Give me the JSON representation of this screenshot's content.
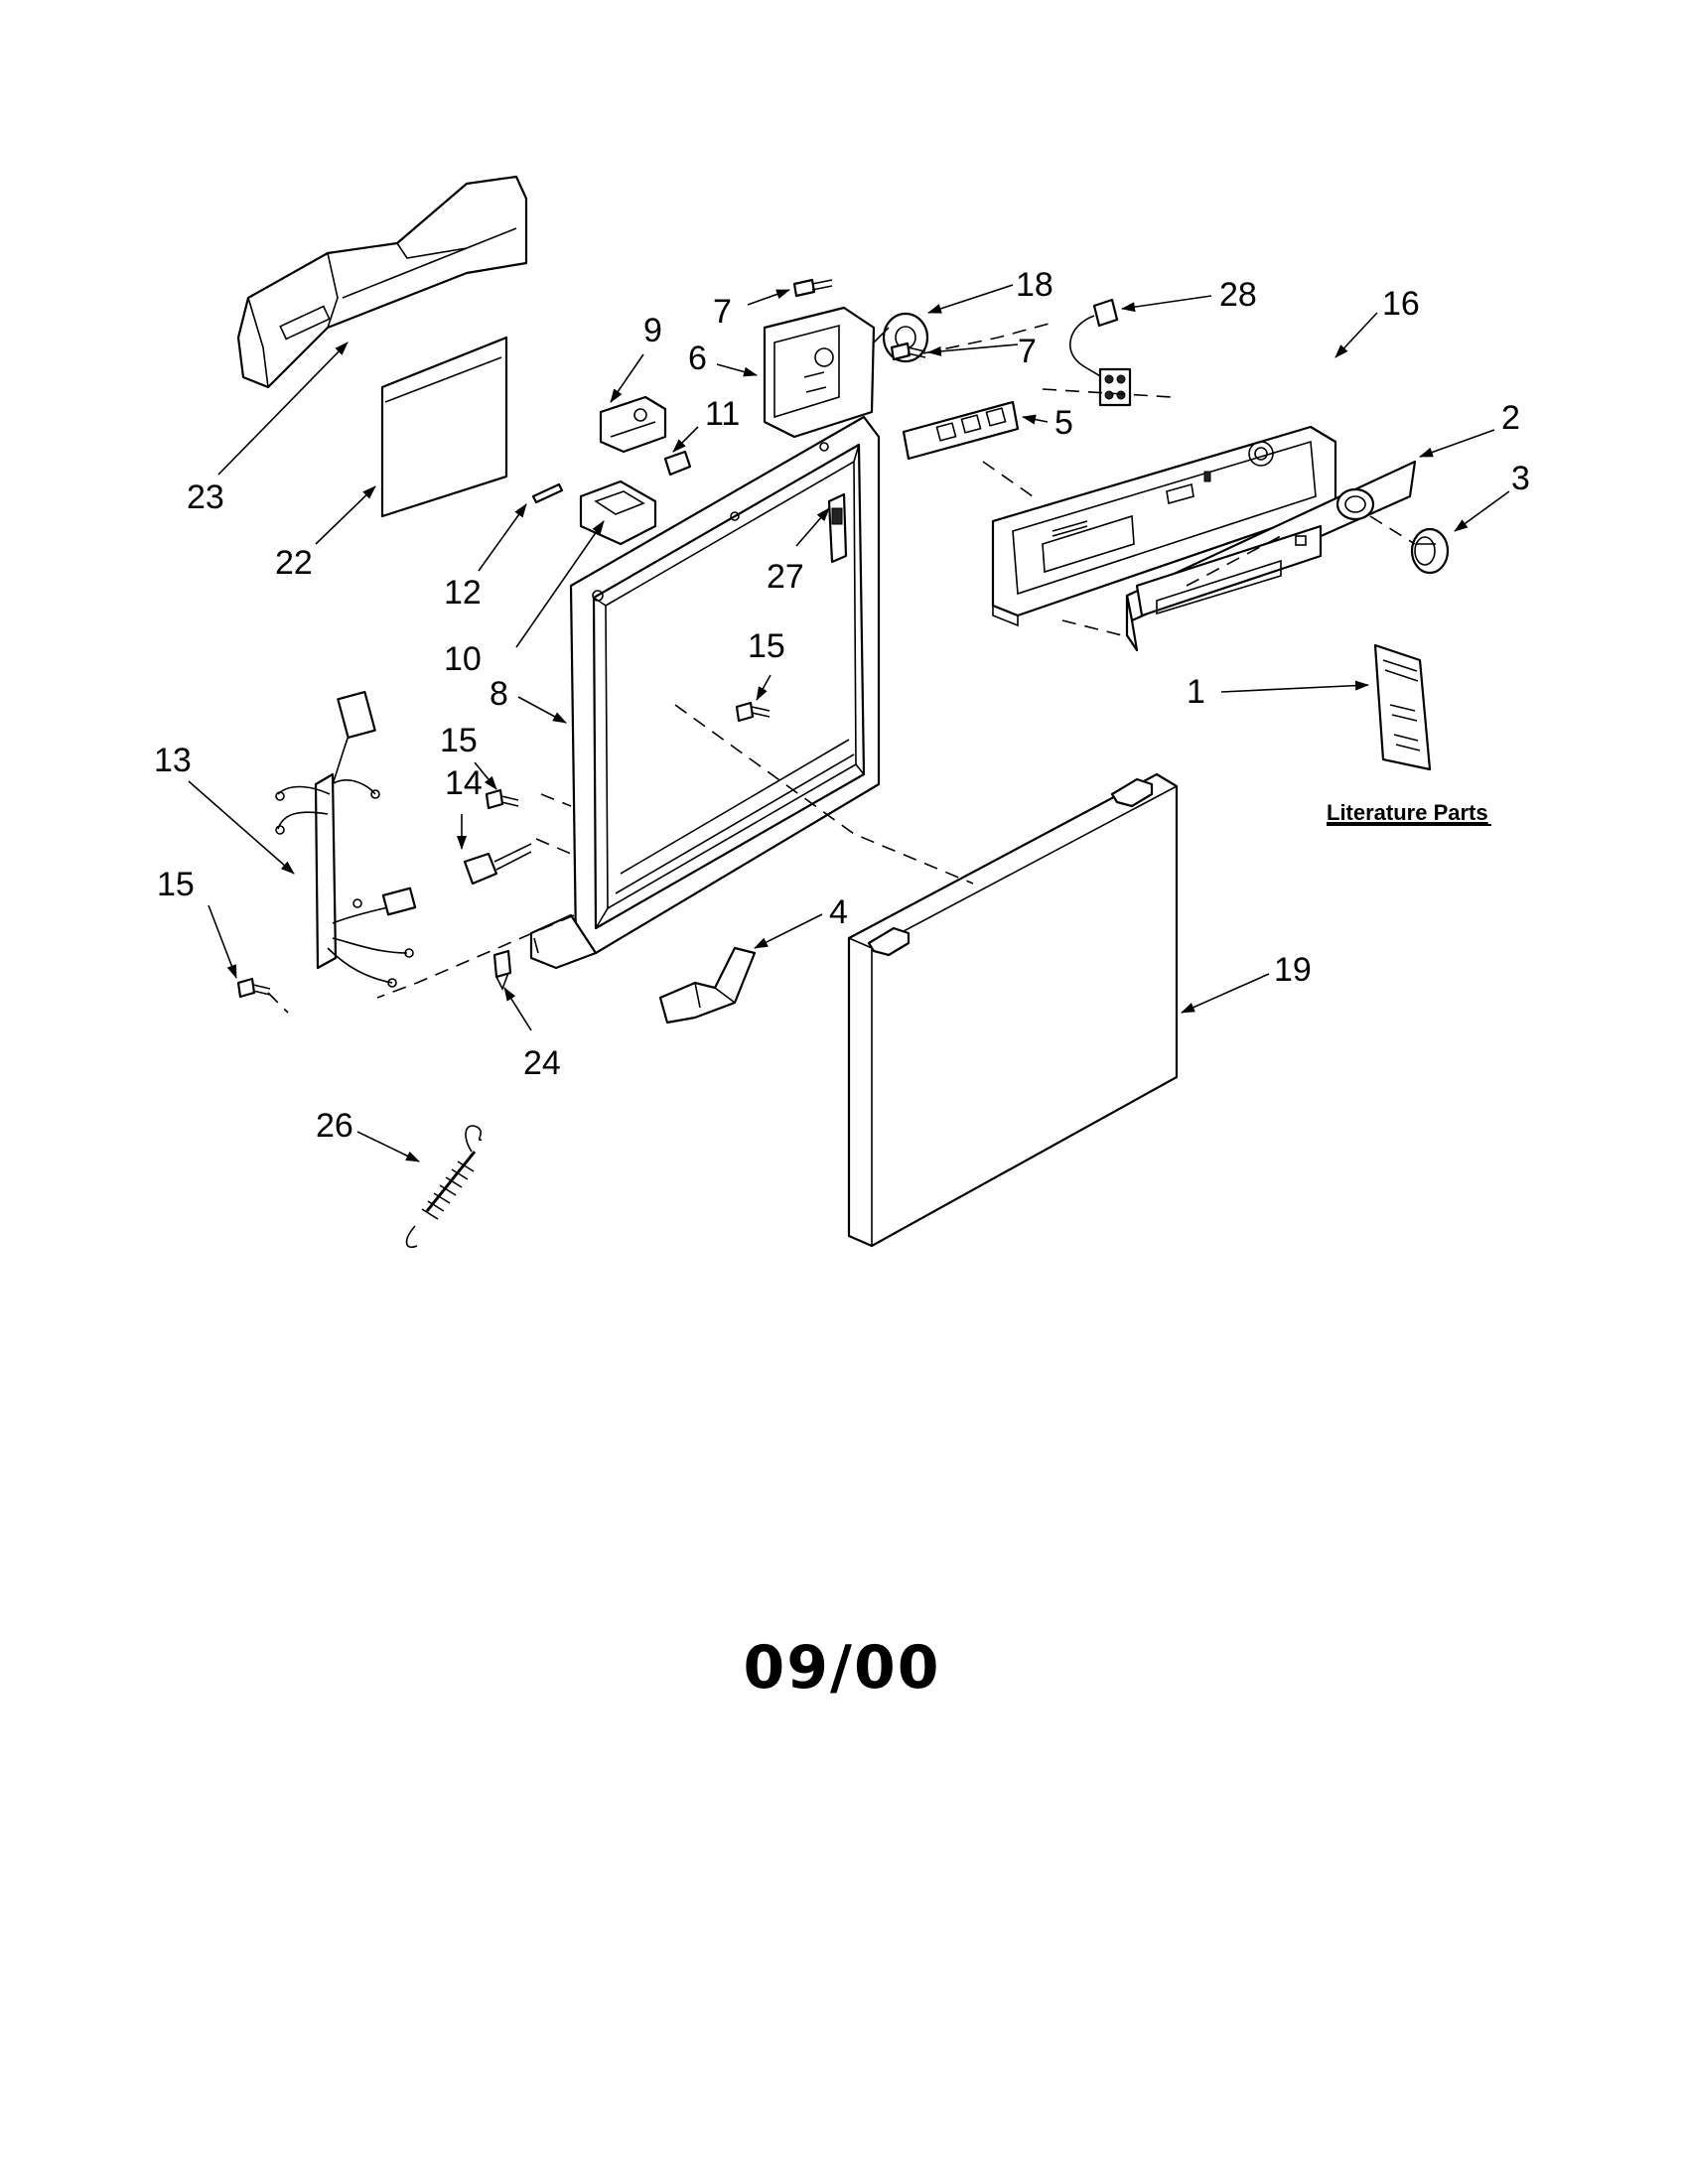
{
  "diagram": {
    "callouts": {
      "c1": "1",
      "c2": "2",
      "c3": "3",
      "c4": "4",
      "c5": "5",
      "c6": "6",
      "c7a": "7",
      "c7b": "7",
      "c8": "8",
      "c9": "9",
      "c10": "10",
      "c11": "11",
      "c12": "12",
      "c13": "13",
      "c14": "14",
      "c15a": "15",
      "c15b": "15",
      "c15c": "15",
      "c16": "16",
      "c18": "18",
      "c19": "19",
      "c22": "22",
      "c23": "23",
      "c24": "24",
      "c26": "26",
      "c27": "27",
      "c28": "28"
    },
    "literature_label": "Literature Parts",
    "date_code": "09/00"
  }
}
